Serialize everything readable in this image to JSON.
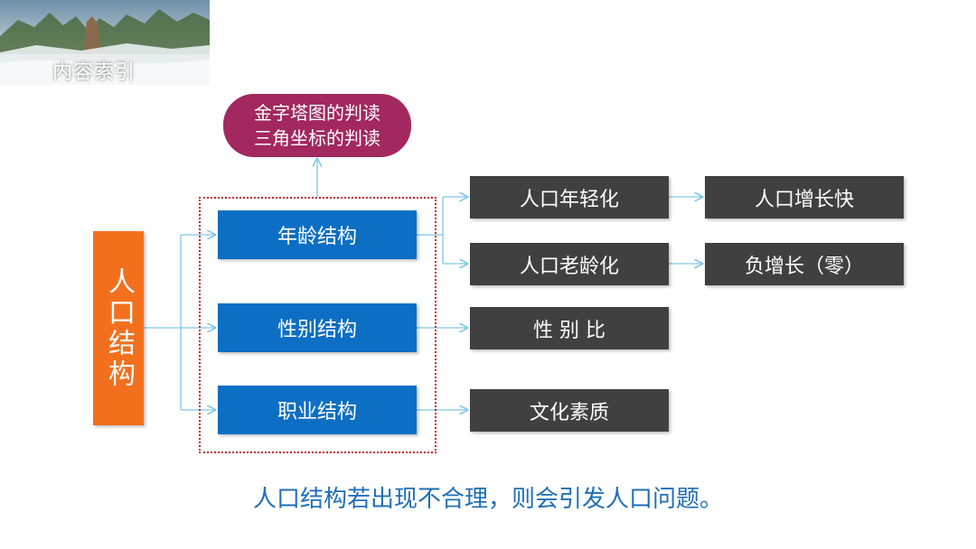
{
  "banner": {
    "title": "内容索引"
  },
  "bubble": {
    "line1": "金字塔图的判读",
    "line2": "三角坐标的判读"
  },
  "root": {
    "label": "人口结构"
  },
  "categories": [
    {
      "label": "年龄结构"
    },
    {
      "label": "性别结构"
    },
    {
      "label": "职业结构"
    }
  ],
  "outcomes": [
    {
      "label": "人口年轻化"
    },
    {
      "label": "人口老龄化"
    },
    {
      "label": "性 别 比"
    },
    {
      "label": "文化素质"
    }
  ],
  "results": [
    {
      "label": "人口增长快"
    },
    {
      "label": "负增长（零）"
    }
  ],
  "footer": {
    "text": "人口结构若出现不合理，则会引发人口问题。"
  },
  "colors": {
    "root": "#f2701d",
    "category": "#0c6fc4",
    "outcome": "#404040",
    "bubble": "#a2285f",
    "footer_text": "#1f6fb7",
    "connector": "#7fc6e6",
    "frame": "#c3262a"
  }
}
